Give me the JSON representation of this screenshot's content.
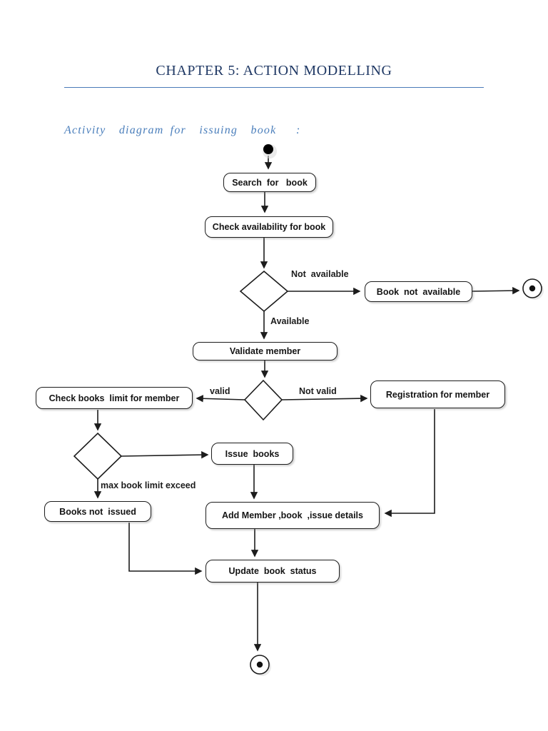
{
  "header": {
    "title": "CHAPTER 5: ACTION MODELLING"
  },
  "section": {
    "heading": "Activity  diagram for  issuing  book   :"
  },
  "diagram": {
    "nodes": {
      "search": {
        "label": "Search  for   book"
      },
      "check_availability": {
        "label": "Check availability for book"
      },
      "book_not_available": {
        "label": "Book  not  available"
      },
      "validate_member": {
        "label": "Validate member"
      },
      "check_books_limit": {
        "label": "Check books  limit for member"
      },
      "registration": {
        "label": "Registration for member"
      },
      "issue_books": {
        "label": "Issue  books"
      },
      "books_not_issued": {
        "label": "Books not  issued"
      },
      "add_details": {
        "label": "Add Member ,book  ,issue details"
      },
      "update_status": {
        "label": "Update  book  status"
      }
    },
    "edge_labels": {
      "not_available": "Not  available",
      "available": "Available",
      "valid": "valid",
      "not_valid": "Not valid",
      "max_limit": "max book limit exceed"
    },
    "colors": {
      "line_stroke": "#1c1c1c",
      "title_text": "#1f3864",
      "subtitle_text": "#4a7ebb",
      "rule_blue": "#4a7ab8"
    }
  }
}
